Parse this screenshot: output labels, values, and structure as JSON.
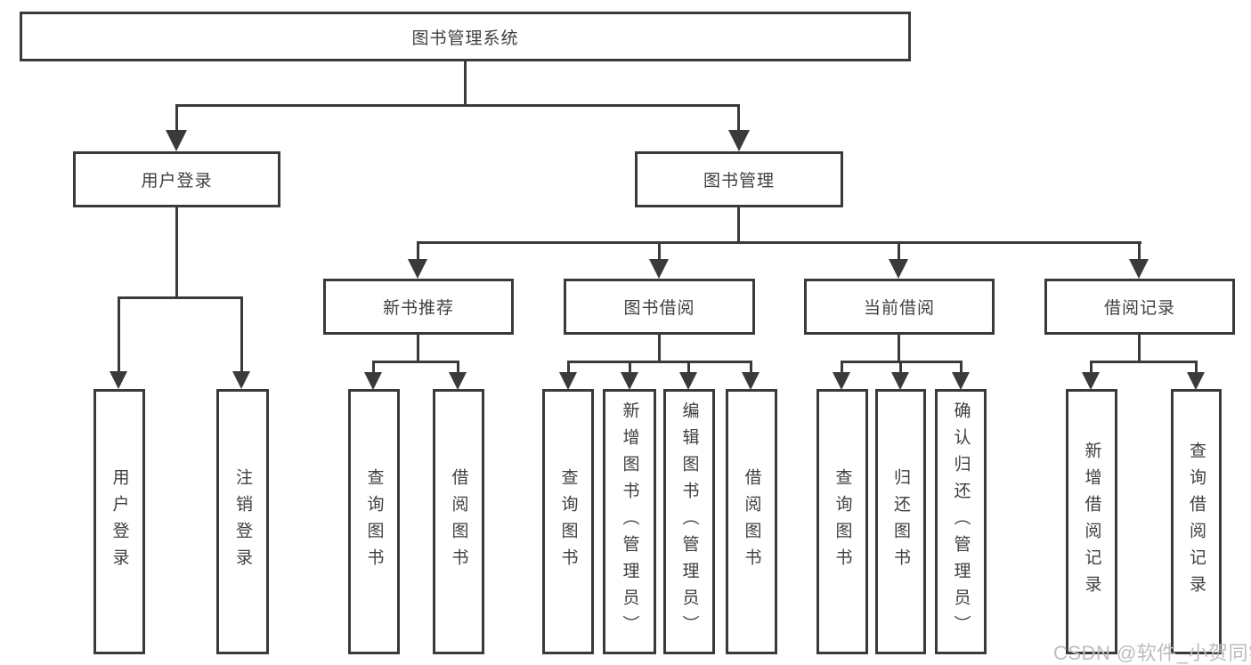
{
  "tree": {
    "root": "图书管理系统",
    "user_login": {
      "label": "用户登录",
      "children": [
        "用户登录",
        "注销登录"
      ]
    },
    "book_mgmt": {
      "label": "图书管理",
      "sections": [
        {
          "label": "新书推荐",
          "children": [
            "查询图书",
            "借阅图书"
          ]
        },
        {
          "label": "图书借阅",
          "children": [
            "查询图书",
            "新增图书（管理员）",
            "编辑图书（管理员）",
            "借阅图书"
          ]
        },
        {
          "label": "当前借阅",
          "children": [
            "查询图书",
            "归还图书",
            "确认归还（管理员）"
          ]
        },
        {
          "label": "借阅记录",
          "children": [
            "新增借阅记录",
            "查询借阅记录"
          ]
        }
      ]
    }
  },
  "watermark": "CSDN @软件_小贺同学",
  "colors": {
    "line": "#3a3a3a",
    "text": "#3f3f3f",
    "box_background": "#ffffff",
    "page_background": "#ffffff",
    "watermark": "#b9bec3"
  }
}
